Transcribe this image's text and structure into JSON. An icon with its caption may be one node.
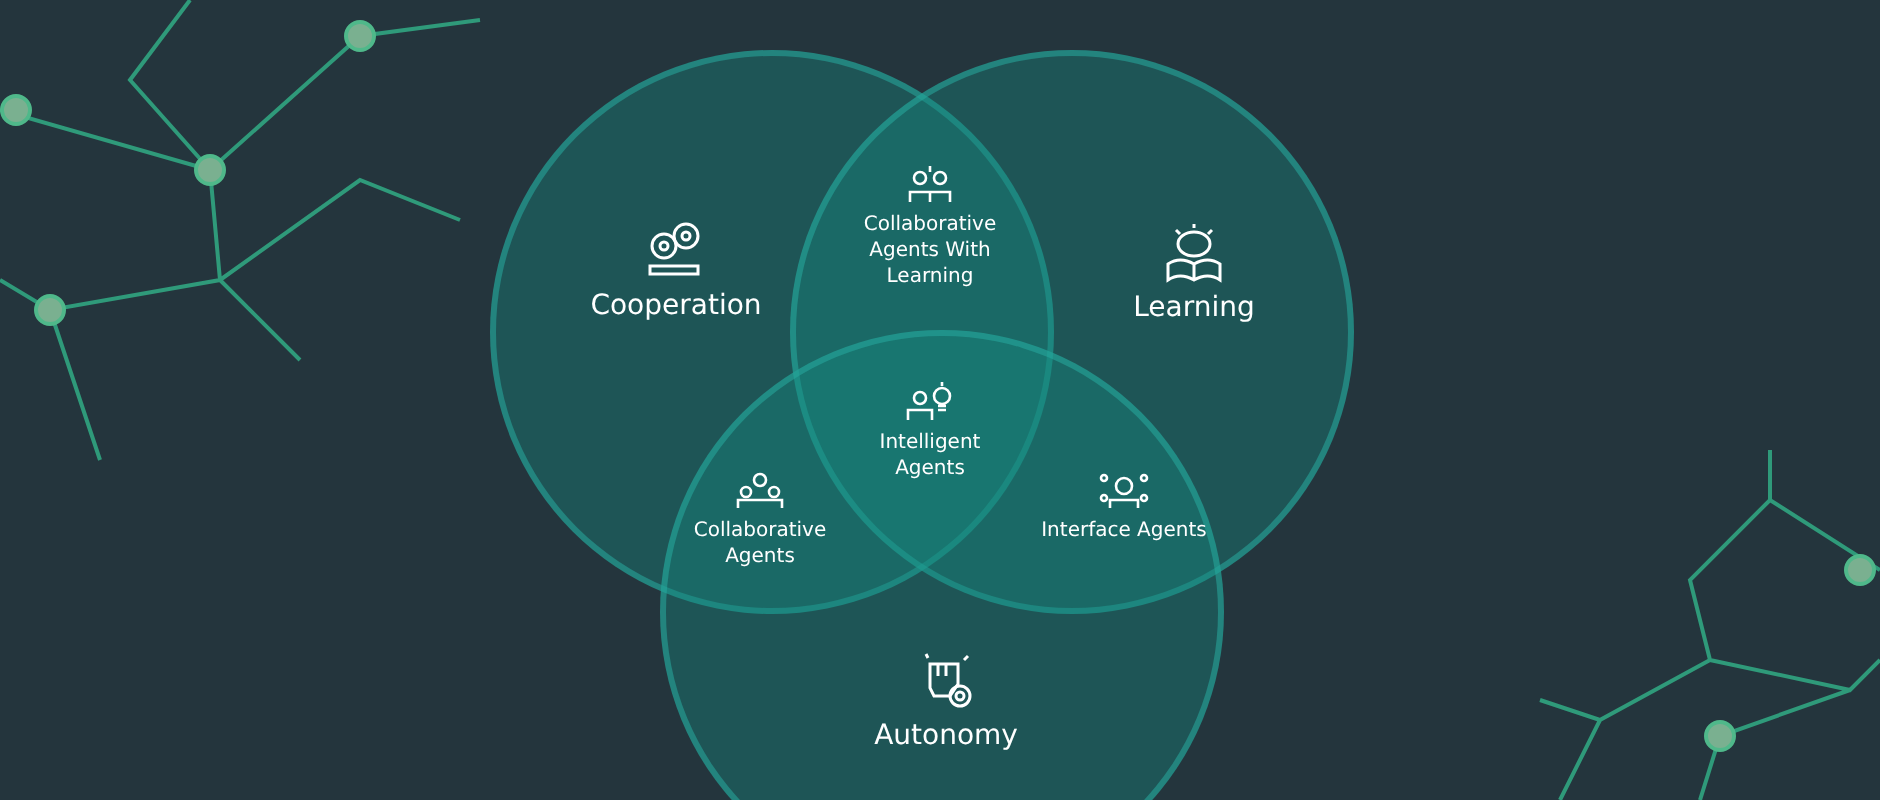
{
  "diagram": {
    "nodes": [
      {
        "text": [
          "Cooperation"
        ]
      },
      {
        "text": [
          "Learning"
        ]
      },
      {
        "text": [
          "Autonomy"
        ]
      }
    ],
    "edges": [],
    "labels": [
      "Collaborative Agents With Learning",
      "Intelligent Agents",
      "Collaborative Agents",
      "Interface Agents"
    ]
  }
}
